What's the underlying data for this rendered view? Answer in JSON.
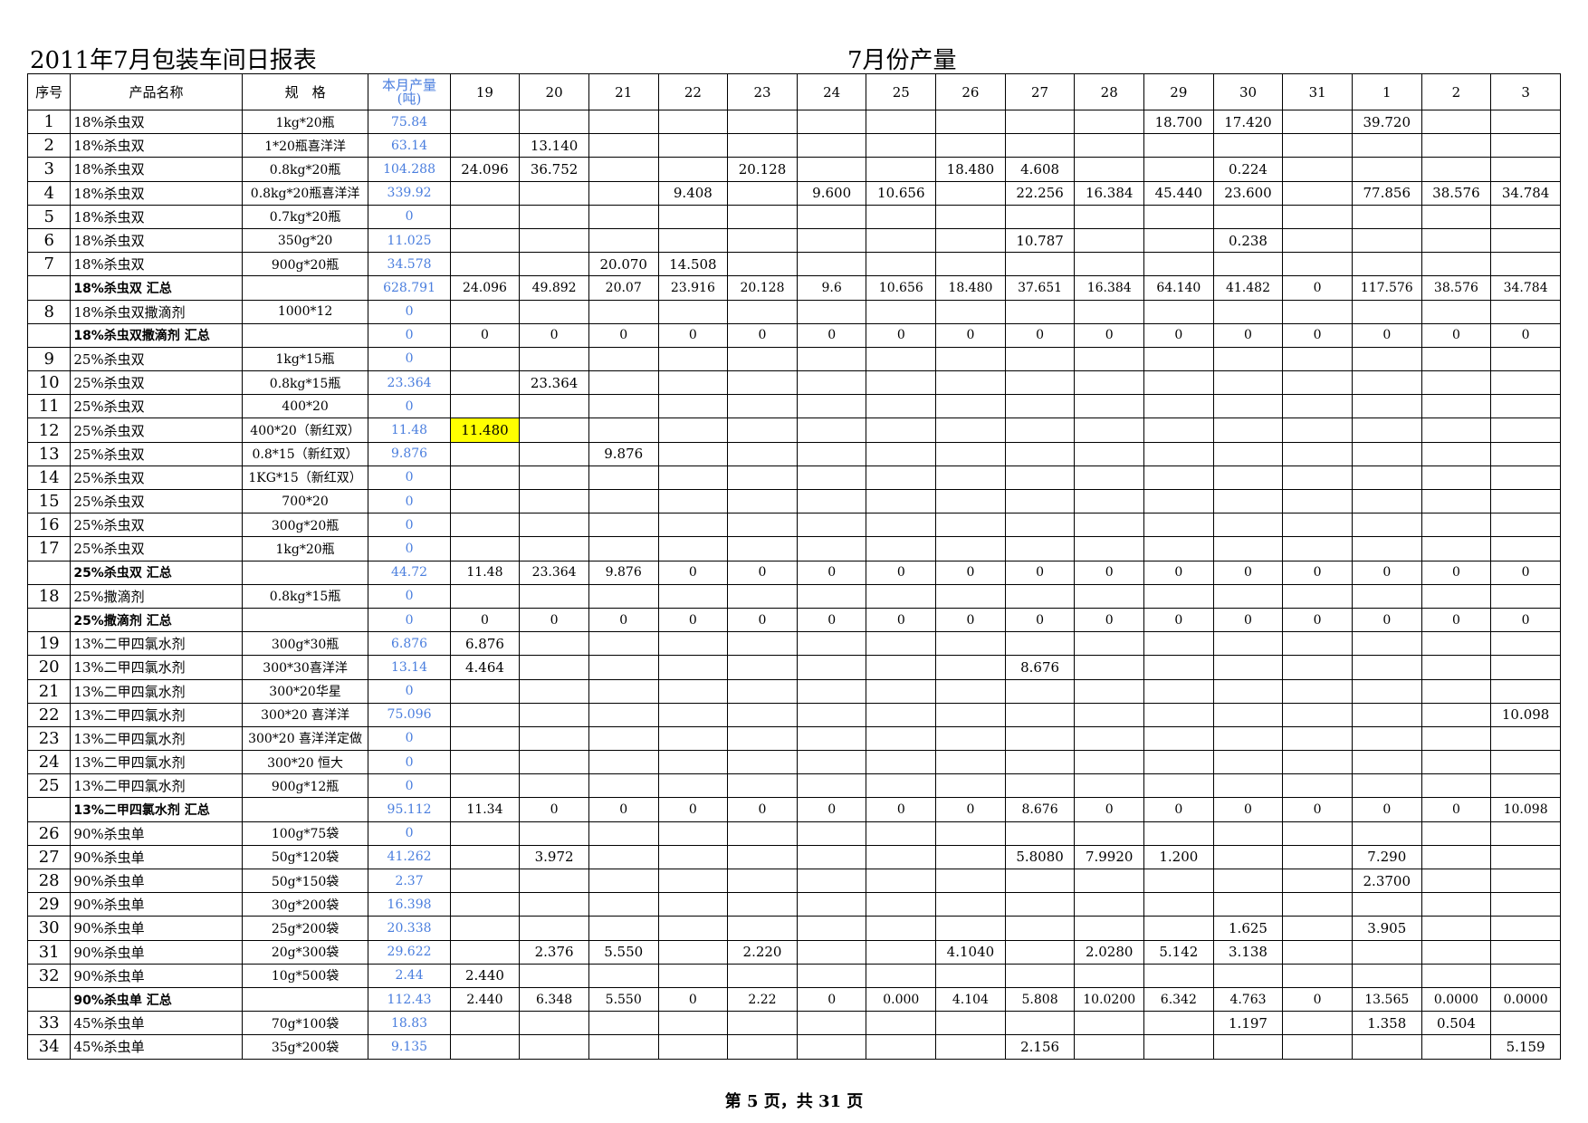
{
  "title": "2011年7月包装车间日报表",
  "subtitle": "7月份产量",
  "header": {
    "no": "序号",
    "name": "产品名称",
    "spec": "规　格",
    "total_line1": "本月产量",
    "total_line2": "(吨)",
    "days": [
      "19",
      "20",
      "21",
      "22",
      "23",
      "24",
      "25",
      "26",
      "27",
      "28",
      "29",
      "30",
      "31",
      "1",
      "2",
      "3"
    ]
  },
  "rows": [
    {
      "no": "1",
      "name": "18%杀虫双",
      "spec": "1kg*20瓶",
      "total": "75.84",
      "days": [
        "",
        "",
        "",
        "",
        "",
        "",
        "",
        "",
        "",
        "",
        "18.700",
        "17.420",
        "",
        "39.720",
        "",
        ""
      ],
      "sum": false
    },
    {
      "no": "2",
      "name": "18%杀虫双",
      "spec": "1*20瓶喜洋洋",
      "total": "63.14",
      "days": [
        "",
        "13.140",
        "",
        "",
        "",
        "",
        "",
        "",
        "",
        "",
        "",
        "",
        "",
        "",
        "",
        ""
      ],
      "sum": false
    },
    {
      "no": "3",
      "name": "18%杀虫双",
      "spec": "0.8kg*20瓶",
      "total": "104.288",
      "days": [
        "24.096",
        "36.752",
        "",
        "",
        "20.128",
        "",
        "",
        "18.480",
        "4.608",
        "",
        "",
        "0.224",
        "",
        "",
        "",
        ""
      ],
      "sum": false
    },
    {
      "no": "4",
      "name": "18%杀虫双",
      "spec": "0.8kg*20瓶喜洋洋",
      "total": "339.92",
      "days": [
        "",
        "",
        "",
        "9.408",
        "",
        "9.600",
        "10.656",
        "",
        "22.256",
        "16.384",
        "45.440",
        "23.600",
        "",
        "77.856",
        "38.576",
        "34.784"
      ],
      "sum": false
    },
    {
      "no": "5",
      "name": "18%杀虫双",
      "spec": "0.7kg*20瓶",
      "total": "0",
      "days": [
        "",
        "",
        "",
        "",
        "",
        "",
        "",
        "",
        "",
        "",
        "",
        "",
        "",
        "",
        "",
        ""
      ],
      "sum": false
    },
    {
      "no": "6",
      "name": "18%杀虫双",
      "spec": "350g*20",
      "total": "11.025",
      "days": [
        "",
        "",
        "",
        "",
        "",
        "",
        "",
        "",
        "10.787",
        "",
        "",
        "0.238",
        "",
        "",
        "",
        ""
      ],
      "sum": false
    },
    {
      "no": "7",
      "name": "18%杀虫双",
      "spec": "900g*20瓶",
      "total": "34.578",
      "days": [
        "",
        "",
        "20.070",
        "14.508",
        "",
        "",
        "",
        "",
        "",
        "",
        "",
        "",
        "",
        "",
        "",
        ""
      ],
      "sum": false
    },
    {
      "no": "",
      "name": "18%杀虫双 汇总",
      "spec": "",
      "total": "628.791",
      "days": [
        "24.096",
        "49.892",
        "20.07",
        "23.916",
        "20.128",
        "9.6",
        "10.656",
        "18.480",
        "37.651",
        "16.384",
        "64.140",
        "41.482",
        "0",
        "117.576",
        "38.576",
        "34.784"
      ],
      "sum": true
    },
    {
      "no": "8",
      "name": "18%杀虫双撒滴剂",
      "spec": "1000*12",
      "total": "0",
      "days": [
        "",
        "",
        "",
        "",
        "",
        "",
        "",
        "",
        "",
        "",
        "",
        "",
        "",
        "",
        "",
        ""
      ],
      "sum": false
    },
    {
      "no": "",
      "name": "18%杀虫双撒滴剂 汇总",
      "spec": "",
      "total": "0",
      "days": [
        "0",
        "0",
        "0",
        "0",
        "0",
        "0",
        "0",
        "0",
        "0",
        "0",
        "0",
        "0",
        "0",
        "0",
        "0",
        "0"
      ],
      "sum": true
    },
    {
      "no": "9",
      "name": "25%杀虫双",
      "spec": "1kg*15瓶",
      "total": "0",
      "days": [
        "",
        "",
        "",
        "",
        "",
        "",
        "",
        "",
        "",
        "",
        "",
        "",
        "",
        "",
        "",
        ""
      ],
      "sum": false
    },
    {
      "no": "10",
      "name": "25%杀虫双",
      "spec": "0.8kg*15瓶",
      "total": "23.364",
      "days": [
        "",
        "23.364",
        "",
        "",
        "",
        "",
        "",
        "",
        "",
        "",
        "",
        "",
        "",
        "",
        "",
        ""
      ],
      "sum": false
    },
    {
      "no": "11",
      "name": "25%杀虫双",
      "spec": "400*20",
      "total": "0",
      "days": [
        "",
        "",
        "",
        "",
        "",
        "",
        "",
        "",
        "",
        "",
        "",
        "",
        "",
        "",
        "",
        ""
      ],
      "sum": false
    },
    {
      "no": "12",
      "name": "25%杀虫双",
      "spec": "400*20（新红双）",
      "total": "11.48",
      "days": [
        "11.480",
        "",
        "",
        "",
        "",
        "",
        "",
        "",
        "",
        "",
        "",
        "",
        "",
        "",
        "",
        ""
      ],
      "sum": false,
      "highlight": 0
    },
    {
      "no": "13",
      "name": "25%杀虫双",
      "spec": "0.8*15（新红双）",
      "total": "9.876",
      "days": [
        "",
        "",
        "9.876",
        "",
        "",
        "",
        "",
        "",
        "",
        "",
        "",
        "",
        "",
        "",
        "",
        ""
      ],
      "sum": false
    },
    {
      "no": "14",
      "name": "25%杀虫双",
      "spec": "1KG*15（新红双）",
      "total": "0",
      "days": [
        "",
        "",
        "",
        "",
        "",
        "",
        "",
        "",
        "",
        "",
        "",
        "",
        "",
        "",
        "",
        ""
      ],
      "sum": false
    },
    {
      "no": "15",
      "name": "25%杀虫双",
      "spec": "700*20",
      "total": "0",
      "days": [
        "",
        "",
        "",
        "",
        "",
        "",
        "",
        "",
        "",
        "",
        "",
        "",
        "",
        "",
        "",
        ""
      ],
      "sum": false
    },
    {
      "no": "16",
      "name": "25%杀虫双",
      "spec": "300g*20瓶",
      "total": "0",
      "days": [
        "",
        "",
        "",
        "",
        "",
        "",
        "",
        "",
        "",
        "",
        "",
        "",
        "",
        "",
        "",
        ""
      ],
      "sum": false
    },
    {
      "no": "17",
      "name": "25%杀虫双",
      "spec": "1kg*20瓶",
      "total": "0",
      "days": [
        "",
        "",
        "",
        "",
        "",
        "",
        "",
        "",
        "",
        "",
        "",
        "",
        "",
        "",
        "",
        ""
      ],
      "sum": false
    },
    {
      "no": "",
      "name": "25%杀虫双 汇总",
      "spec": "",
      "total": "44.72",
      "days": [
        "11.48",
        "23.364",
        "9.876",
        "0",
        "0",
        "0",
        "0",
        "0",
        "0",
        "0",
        "0",
        "0",
        "0",
        "0",
        "0",
        "0"
      ],
      "sum": true
    },
    {
      "no": "18",
      "name": "25%撒滴剂",
      "spec": "0.8kg*15瓶",
      "total": "0",
      "days": [
        "",
        "",
        "",
        "",
        "",
        "",
        "",
        "",
        "",
        "",
        "",
        "",
        "",
        "",
        "",
        ""
      ],
      "sum": false
    },
    {
      "no": "",
      "name": "25%撒滴剂 汇总",
      "spec": "",
      "total": "0",
      "days": [
        "0",
        "0",
        "0",
        "0",
        "0",
        "0",
        "0",
        "0",
        "0",
        "0",
        "0",
        "0",
        "0",
        "0",
        "0",
        "0"
      ],
      "sum": true
    },
    {
      "no": "19",
      "name": "13%二甲四氯水剂",
      "spec": "300g*30瓶",
      "total": "6.876",
      "days": [
        "6.876",
        "",
        "",
        "",
        "",
        "",
        "",
        "",
        "",
        "",
        "",
        "",
        "",
        "",
        "",
        ""
      ],
      "sum": false
    },
    {
      "no": "20",
      "name": "13%二甲四氯水剂",
      "spec": "300*30喜洋洋",
      "total": "13.14",
      "days": [
        "4.464",
        "",
        "",
        "",
        "",
        "",
        "",
        "",
        "8.676",
        "",
        "",
        "",
        "",
        "",
        "",
        ""
      ],
      "sum": false
    },
    {
      "no": "21",
      "name": "13%二甲四氯水剂",
      "spec": "300*20华星",
      "total": "0",
      "days": [
        "",
        "",
        "",
        "",
        "",
        "",
        "",
        "",
        "",
        "",
        "",
        "",
        "",
        "",
        "",
        ""
      ],
      "sum": false
    },
    {
      "no": "22",
      "name": "13%二甲四氯水剂",
      "spec": "300*20 喜洋洋",
      "total": "75.096",
      "days": [
        "",
        "",
        "",
        "",
        "",
        "",
        "",
        "",
        "",
        "",
        "",
        "",
        "",
        "",
        "",
        "10.098"
      ],
      "sum": false
    },
    {
      "no": "23",
      "name": "13%二甲四氯水剂",
      "spec": "300*20 喜洋洋定做",
      "total": "0",
      "days": [
        "",
        "",
        "",
        "",
        "",
        "",
        "",
        "",
        "",
        "",
        "",
        "",
        "",
        "",
        "",
        ""
      ],
      "sum": false
    },
    {
      "no": "24",
      "name": "13%二甲四氯水剂",
      "spec": "300*20 恒大",
      "total": "0",
      "days": [
        "",
        "",
        "",
        "",
        "",
        "",
        "",
        "",
        "",
        "",
        "",
        "",
        "",
        "",
        "",
        ""
      ],
      "sum": false
    },
    {
      "no": "25",
      "name": "13%二甲四氯水剂",
      "spec": "900g*12瓶",
      "total": "0",
      "days": [
        "",
        "",
        "",
        "",
        "",
        "",
        "",
        "",
        "",
        "",
        "",
        "",
        "",
        "",
        "",
        ""
      ],
      "sum": false
    },
    {
      "no": "",
      "name": "13%二甲四氯水剂 汇总",
      "spec": "",
      "total": "95.112",
      "days": [
        "11.34",
        "0",
        "0",
        "0",
        "0",
        "0",
        "0",
        "0",
        "8.676",
        "0",
        "0",
        "0",
        "0",
        "0",
        "0",
        "10.098"
      ],
      "sum": true
    },
    {
      "no": "26",
      "name": "90%杀虫单",
      "spec": "100g*75袋",
      "total": "0",
      "days": [
        "",
        "",
        "",
        "",
        "",
        "",
        "",
        "",
        "",
        "",
        "",
        "",
        "",
        "",
        "",
        ""
      ],
      "sum": false
    },
    {
      "no": "27",
      "name": "90%杀虫单",
      "spec": "50g*120袋",
      "total": "41.262",
      "days": [
        "",
        "3.972",
        "",
        "",
        "",
        "",
        "",
        "",
        "5.8080",
        "7.9920",
        "1.200",
        "",
        "",
        "7.290",
        "",
        ""
      ],
      "sum": false
    },
    {
      "no": "28",
      "name": "90%杀虫单",
      "spec": "50g*150袋",
      "total": "2.37",
      "days": [
        "",
        "",
        "",
        "",
        "",
        "",
        "",
        "",
        "",
        "",
        "",
        "",
        "",
        "2.3700",
        "",
        ""
      ],
      "sum": false
    },
    {
      "no": "29",
      "name": "90%杀虫单",
      "spec": "30g*200袋",
      "total": "16.398",
      "days": [
        "",
        "",
        "",
        "",
        "",
        "",
        "",
        "",
        "",
        "",
        "",
        "",
        "",
        "",
        "",
        ""
      ],
      "sum": false
    },
    {
      "no": "30",
      "name": "90%杀虫单",
      "spec": "25g*200袋",
      "total": "20.338",
      "days": [
        "",
        "",
        "",
        "",
        "",
        "",
        "",
        "",
        "",
        "",
        "",
        "1.625",
        "",
        "3.905",
        "",
        ""
      ],
      "sum": false
    },
    {
      "no": "31",
      "name": "90%杀虫单",
      "spec": "20g*300袋",
      "total": "29.622",
      "days": [
        "",
        "2.376",
        "5.550",
        "",
        "2.220",
        "",
        "",
        "4.1040",
        "",
        "2.0280",
        "5.142",
        "3.138",
        "",
        "",
        "",
        ""
      ],
      "sum": false
    },
    {
      "no": "32",
      "name": "90%杀虫单",
      "spec": "10g*500袋",
      "total": "2.44",
      "days": [
        "2.440",
        "",
        "",
        "",
        "",
        "",
        "",
        "",
        "",
        "",
        "",
        "",
        "",
        "",
        "",
        ""
      ],
      "sum": false
    },
    {
      "no": "",
      "name": "90%杀虫单 汇总",
      "spec": "",
      "total": "112.43",
      "days": [
        "2.440",
        "6.348",
        "5.550",
        "0",
        "2.22",
        "0",
        "0.000",
        "4.104",
        "5.808",
        "10.0200",
        "6.342",
        "4.763",
        "0",
        "13.565",
        "0.0000",
        "0.0000"
      ],
      "sum": true
    },
    {
      "no": "33",
      "name": "45%杀虫单",
      "spec": "70g*100袋",
      "total": "18.83",
      "days": [
        "",
        "",
        "",
        "",
        "",
        "",
        "",
        "",
        "",
        "",
        "",
        "1.197",
        "",
        "1.358",
        "0.504",
        ""
      ],
      "sum": false
    },
    {
      "no": "34",
      "name": "45%杀虫单",
      "spec": "35g*200袋",
      "total": "9.135",
      "days": [
        "",
        "",
        "",
        "",
        "",
        "",
        "",
        "",
        "2.156",
        "",
        "",
        "",
        "",
        "",
        "",
        "5.159"
      ],
      "sum": false
    }
  ],
  "footer": "第 5 页，共 31 页",
  "colors": {
    "total_column": "#4a7ede",
    "highlight": "#ffff00"
  }
}
